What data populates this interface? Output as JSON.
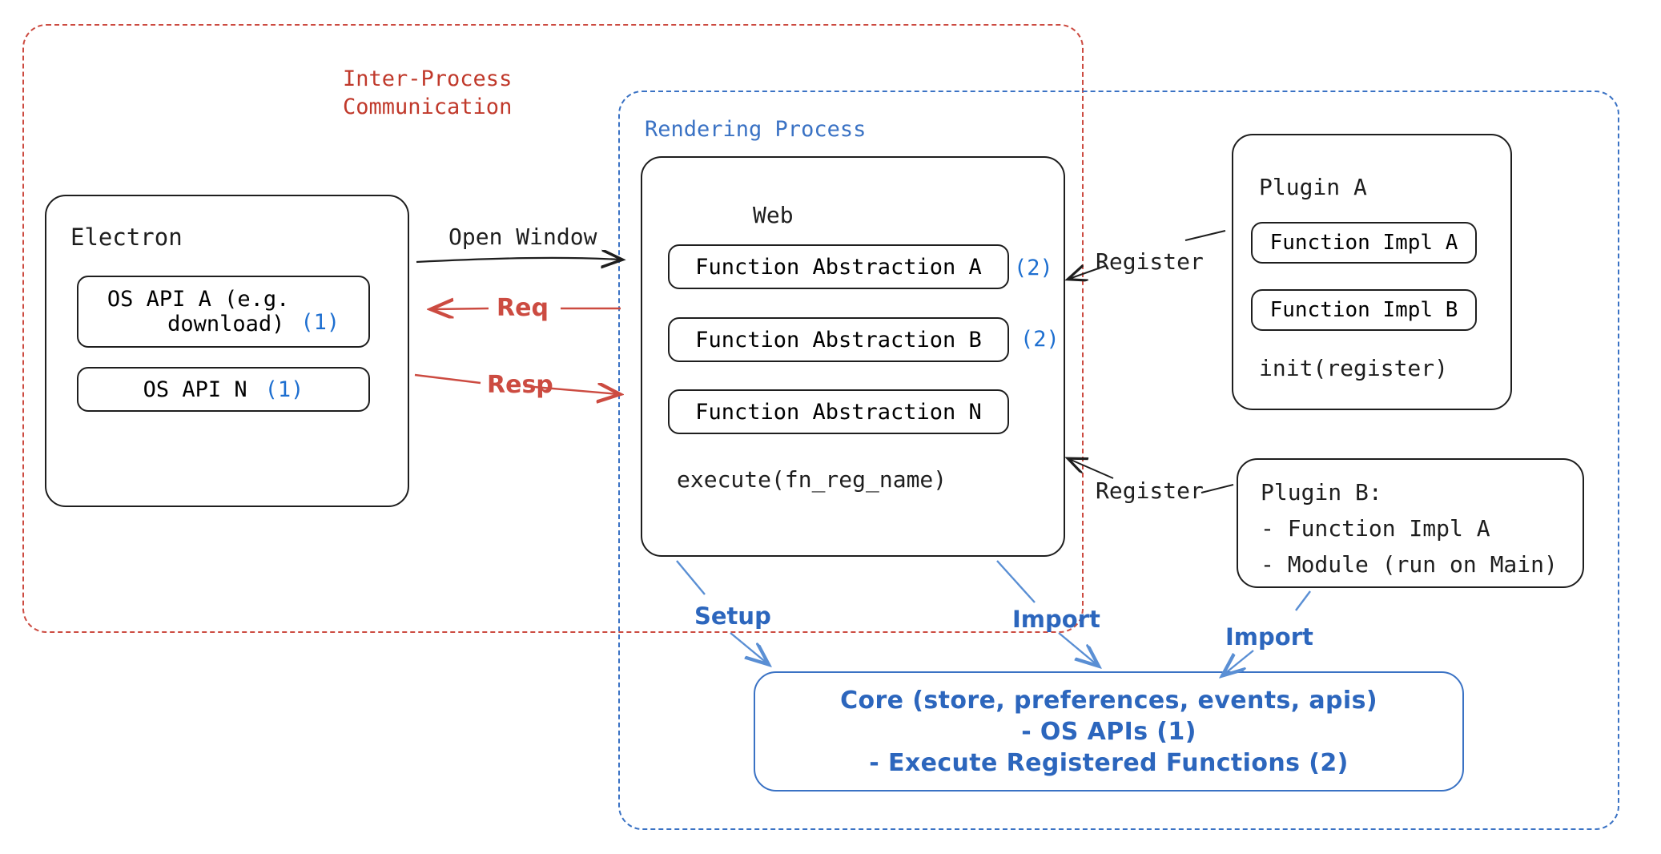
{
  "diagram": {
    "title": "Electron plugin architecture",
    "colors": {
      "ipc_red": "#c0392b",
      "render_blue": "#3a72c4",
      "marker_blue": "#1e6fd0",
      "stroke_black": "#1e1e1e"
    }
  },
  "regions": {
    "ipc": {
      "label": "Inter-Process\nCommunication",
      "line1": "Inter-Process",
      "line2": "Communication"
    },
    "rendering": {
      "label": "Rendering Process"
    }
  },
  "electron": {
    "title": "Electron",
    "apis": [
      {
        "label": "OS API A (e.g.\ndownload)",
        "line1": "OS API A (e.g.",
        "line2": "download)",
        "marker": "(1)"
      },
      {
        "label": "OS API N",
        "line1": "OS API N",
        "marker": "(1)"
      }
    ]
  },
  "web": {
    "title": "Web",
    "abstractions": [
      {
        "label": "Function Abstraction A",
        "marker": "(2)"
      },
      {
        "label": "Function Abstraction B",
        "marker": "(2)"
      },
      {
        "label": "Function Abstraction N",
        "marker": ""
      }
    ],
    "footer": "execute(fn_reg_name)"
  },
  "plugin_a": {
    "title": "Plugin A",
    "items": [
      {
        "label": "Function Impl A"
      },
      {
        "label": "Function Impl B"
      }
    ],
    "footer": "init(register)"
  },
  "plugin_b": {
    "title": "Plugin B:",
    "lines": [
      "- Function Impl A",
      "- Module (run on Main)"
    ]
  },
  "core": {
    "lines": [
      "Core (store, preferences, events, apis)",
      "- OS APIs (1)",
      "- Execute Registered Functions (2)"
    ]
  },
  "arrows": {
    "open_window": "Open Window",
    "req": "Req",
    "resp": "Resp",
    "register_a": "Register",
    "register_b": "Register",
    "setup": "Setup",
    "import_web": "Import",
    "import_plugin_b": "Import"
  }
}
